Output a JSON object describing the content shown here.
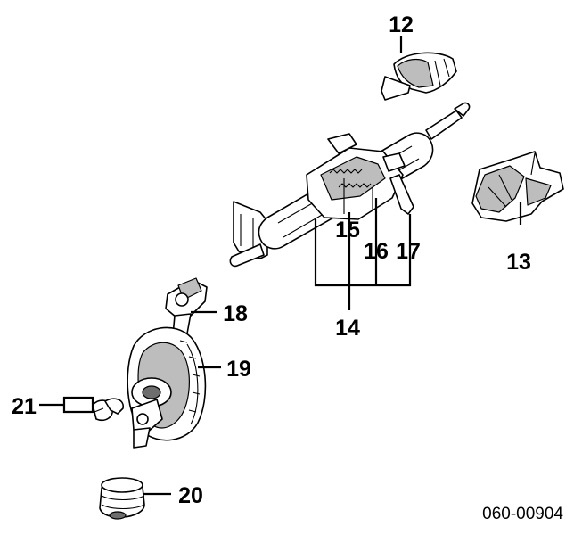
{
  "diagram": {
    "reference_code": "060-00904",
    "callouts": [
      {
        "label": "12"
      },
      {
        "label": "13"
      },
      {
        "label": "14"
      },
      {
        "label": "15"
      },
      {
        "label": "16"
      },
      {
        "label": "17"
      },
      {
        "label": "18"
      },
      {
        "label": "19"
      },
      {
        "label": "20"
      },
      {
        "label": "21"
      }
    ]
  }
}
